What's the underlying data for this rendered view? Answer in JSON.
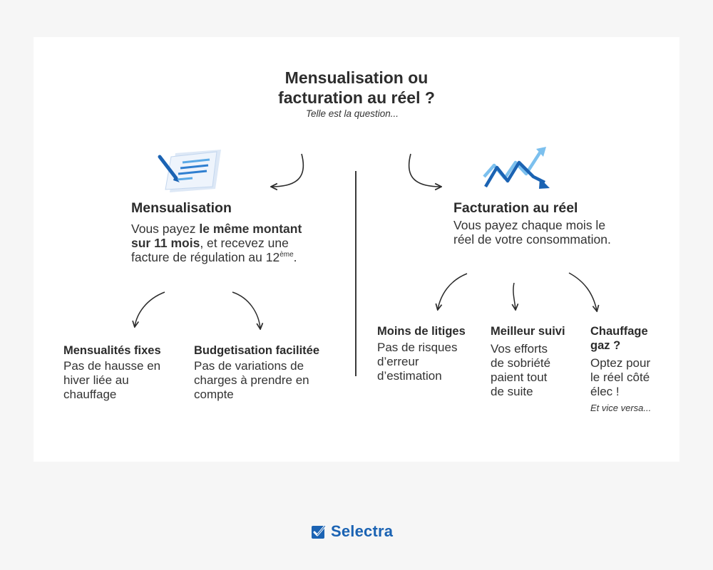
{
  "header": {
    "title_line1": "Mensualisation ou",
    "title_line2": "facturation au réel ?",
    "subtitle": "Telle est la question..."
  },
  "left": {
    "icon": "document-pen-icon",
    "heading": "Mensualisation",
    "text_part1": "Vous payez ",
    "text_bold_line1": "le même montant",
    "text_bold_line2": "sur 11 mois",
    "text_part2": ", et recevez une",
    "text_line3": "facture de régulation au 12",
    "text_sup": "ème",
    "text_end": ".",
    "benefits": [
      {
        "title": "Mensualités fixes",
        "lines": [
          "Pas de hausse en",
          "hiver liée au",
          "chauffage"
        ]
      },
      {
        "title": "Budgetisation facilitée",
        "lines": [
          "Pas de variations de",
          "charges à prendre en",
          "compte"
        ]
      }
    ]
  },
  "right": {
    "icon": "trend-arrows-icon",
    "heading": "Facturation au réel",
    "text_lines": [
      "Vous payez chaque mois le",
      "réel de votre consommation."
    ],
    "benefits": [
      {
        "title_lines": [
          "Moins de litiges"
        ],
        "lines": [
          "Pas de risques",
          "d’erreur",
          "d’estimation"
        ]
      },
      {
        "title_lines": [
          "Meilleur suivi"
        ],
        "lines": [
          "Vos efforts",
          "de sobriété",
          "paient tout",
          "de suite"
        ]
      },
      {
        "title_lines": [
          "Chauffage",
          "gaz ?"
        ],
        "lines": [
          "Optez pour",
          "le réel côté",
          "élec !"
        ],
        "note": "Et vice versa..."
      }
    ]
  },
  "brand": {
    "name": "Selectra",
    "logo_icon": "checkbox-check-icon"
  },
  "colors": {
    "brand_blue": "#1b63b3",
    "light_blue": "#5aa9e6",
    "text": "#2b2b2b",
    "background": "#f6f6f6",
    "card": "#ffffff"
  }
}
